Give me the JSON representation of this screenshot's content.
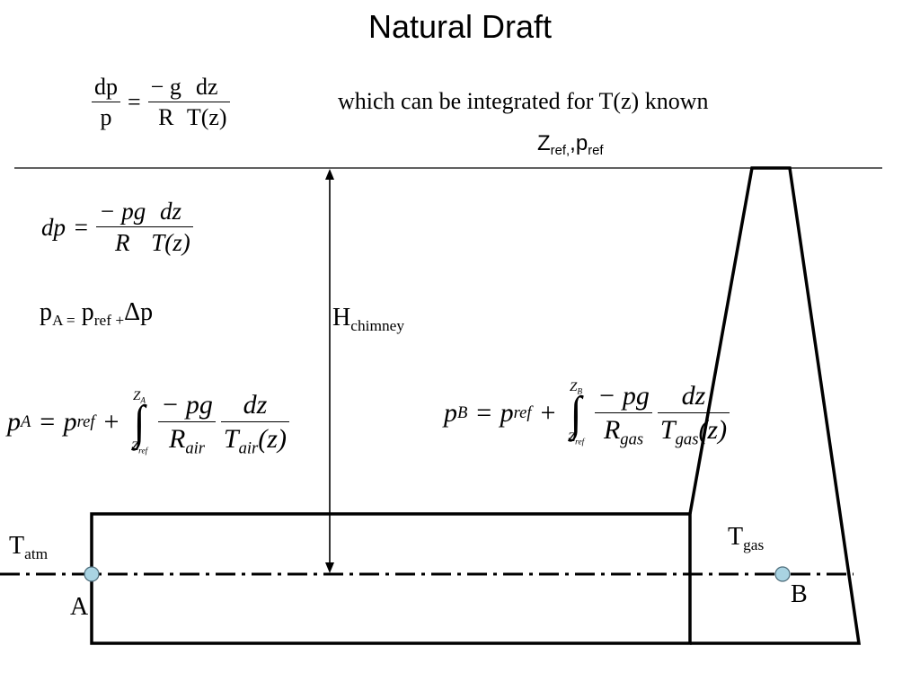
{
  "title": "Natural Draft",
  "eq1": {
    "lhs_num": "dp",
    "lhs_den": "p",
    "equals": "=",
    "rhs1_num": "− g",
    "rhs1_den": "R",
    "rhs2_num": "dz",
    "rhs2_den": "T(z)"
  },
  "note": "which can be integrated for T(z) known",
  "ref_label": {
    "z": "Z",
    "z_sub": "ref,",
    "sep": ",p",
    "p_sub": "ref"
  },
  "eq2": {
    "lhs": "dp",
    "equals": "=",
    "f1_num": "− pg",
    "f1_den": "R",
    "f2_num": "dz",
    "f2_den": "T(z)"
  },
  "pa_def": {
    "p": "p",
    "p_sub": "A =",
    "pref": " p",
    "pref_sub": "ref +",
    "delta": "Δp"
  },
  "h_label": {
    "h": "H",
    "h_sub": "chimney"
  },
  "eq_pa": {
    "p": "p",
    "p_sub": "A",
    "equals": "=",
    "pref": "p",
    "pref_sub": "ref",
    "plus": "+",
    "upper": "Z",
    "upper_sub": "A",
    "lower": "Z",
    "lower_sub": "ref",
    "f1_num": "− pg",
    "f1_den": "R",
    "f1_den_sub": "air",
    "f2_num": "dz",
    "f2_den": "T",
    "f2_den_sub": "air",
    "f2_den_arg": "(z)"
  },
  "eq_pb": {
    "p": "p",
    "p_sub": "B",
    "equals": "=",
    "pref": "p",
    "pref_sub": "ref",
    "plus": "+",
    "upper": "Z",
    "upper_sub": "B",
    "lower": "Z",
    "lower_sub": "ref",
    "f1_num": "− pg",
    "f1_den": "R",
    "f1_den_sub": "gas",
    "f2_num": "dz",
    "f2_den": "T",
    "f2_den_sub": "gas",
    "f2_den_arg": "(z)"
  },
  "t_atm": {
    "t": "T",
    "t_sub": "atm"
  },
  "t_gas": {
    "t": "T",
    "t_sub": "gas"
  },
  "point_a": "A",
  "point_b": "B",
  "colors": {
    "point_fill": "#a9d3e2",
    "line": "#000000"
  }
}
